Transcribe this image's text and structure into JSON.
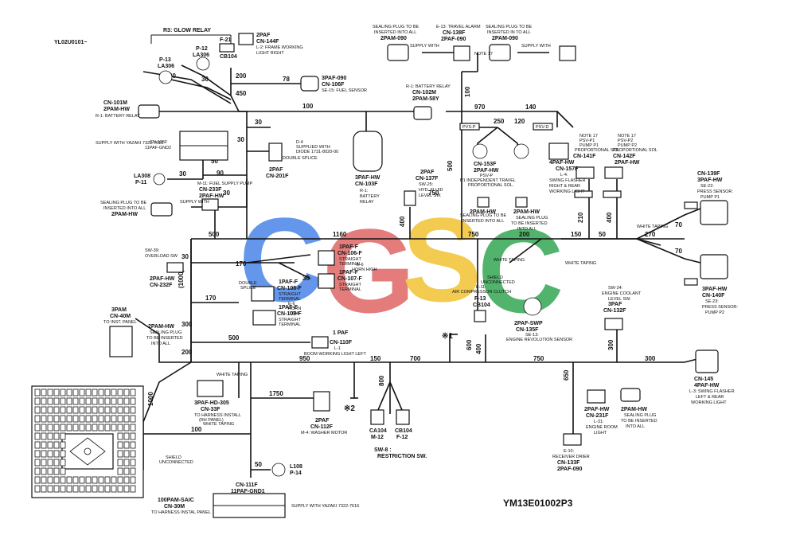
{
  "header": {
    "left_code": "YL02U0101~",
    "drawing_no": "YM13E01002P3"
  },
  "watermark": {
    "letters": [
      "C",
      "G",
      "S",
      "C"
    ],
    "colors": [
      "#4a86e8",
      "#e06666",
      "#f1c232",
      "#34a853"
    ]
  },
  "connectors": {
    "glow_relay": "R3: GLOW RELAY",
    "f21": "F-21",
    "f21b": "CB104",
    "p12": "P-12",
    "p12b": "LA306",
    "p13": "P-13",
    "p13b": "LA306",
    "cn144f": "2PAF",
    "cn144f_b": "CN-144F",
    "cn144f_c": "L-2: FRAME WORKING",
    "cn144f_d": "LIGHT RIGHT",
    "cn106f": "3PAF-090",
    "cn106f_b": "CN-106F",
    "cn106f_c": "SE-15: FUEL SENSOR",
    "cn101m": "CN-101M",
    "cn101m_b": "2PAM-HW",
    "cn101m_c": "R-1: BATTERY RELAY",
    "cn102m": "R-1: BATTERY RELAY",
    "cn102m_b": "CN-102M",
    "cn102m_c": "2PAM-58Y",
    "cn105f": "CN-105F",
    "cn105f_b": "11PAF-GND2",
    "supply_yazaki1": "SUPPLY WITH YAZAKI 7322-7616",
    "cn201f": "2PAF",
    "cn201f_b": "CN-201F",
    "d4": "D-4",
    "d4_b": "SUPPLIED WITH",
    "d4_c": "DIODE 1731-8020-00",
    "double_splice": "DOUBLE SPLICE",
    "cn103f": "3PAF-HW",
    "cn103f_b": "CN-103F",
    "cn103f_c": "R-1:",
    "cn103f_d": "BATTERY",
    "cn103f_e": "RELAY",
    "cn137f": "2PAF",
    "cn137f_b": "CN-137F",
    "cn137f_c": "SW-25:",
    "cn137f_d": "HYD. FLUID",
    "cn137f_e": "LEVEL SW.",
    "la308": "LA308",
    "la308_b": "P-11",
    "m11": "M-11: FUEL SUPPLY PUMP",
    "cn233f": "CN-233F",
    "cn233f_b": "2PAF-HW",
    "seal_left": "SEALING PLUG TO BE",
    "seal_left_b": "INSERTED INTO ALL",
    "seal_left_c": "2PAM-HW",
    "supply_with": "SUPPLY WITH",
    "seal_top1": "SEALING PLUG TO BE",
    "seal_top1_b": "INSERTED INTO ALL",
    "seal_top1_c": "2PAM-090",
    "e13": "E-13: TRAVEL ALARM",
    "e13_b": "CN-138F",
    "e13_c": "2PAF-090",
    "note17": "NOTE 17",
    "seal_top2": "SEALING PLUG TO BE",
    "seal_top2_b": "INSERTED IN TO ALL",
    "seal_top2_c": "2PAM-090",
    "cn153f": "CN-153F",
    "cn153f_b": "2PAF-HW",
    "cn153f_c": "PSV-P",
    "cn153f_d": "P1 INDEPENDENT TRAVEL",
    "cn153f_e": "PROPORTIONAL SOL.",
    "psvp": "PVS-P",
    "psvd": "PSV-D",
    "cn141f": "NOTE 17",
    "cn141f_b": "PSV-P1",
    "cn141f_c": "PUMP P1",
    "cn141f_d": "PROPORTIONAL SOL",
    "cn141f_e": "CN-141F",
    "cn157f": "4PAF-HW",
    "cn157f_b": "CN-157F",
    "cn157f_c": "L-4:",
    "cn157f_d": "SWING FLASHER",
    "cn157f_e": "RIGHT & REAR",
    "cn157f_f": "WORKING LIGHT",
    "cn142f": "NOTE 17",
    "cn142f_b": "PSV-P2",
    "cn142f_c": "PUMP P2",
    "cn142f_d": "PROPORTIONAL SOL",
    "cn142f_e": "CN-142F",
    "cn142f_f": "2PAF-HW",
    "cn139f": "CN-139F",
    "cn139f_b": "3PAF-HW",
    "cn139f_c": "SE-22:",
    "cn139f_d": "PRESS SENSOR:",
    "cn139f_e": "PUMP P1",
    "seal_mid1": "SEALING PLUG TO BE",
    "seal_mid1_b": "INSERTED INTO ALL",
    "seal_mid1_c": "2PAM-HW",
    "seal_mid2": "2PAM-HW",
    "seal_mid2_b": "SEALING PLUG",
    "seal_mid2_c": "TO BE INSERTED",
    "seal_mid2_d": "INTO ALL",
    "sw39": "SW-39:",
    "sw39_b": "OVERLOAD SW",
    "cn232f": "2PAF-HW",
    "cn232f_b": "CN-232F",
    "cn106f2": "1PAF-F",
    "cn106f2_b": "CN-106-F",
    "cn106f2_c": "STRAIGHT",
    "cn106f2_d": "TERMINAL",
    "cn107f": "1PAF-F",
    "cn107f_b": "CN-107-F",
    "cn107f_c": "STRAIGHT",
    "cn107f_d": "TERMINAL",
    "cn108f": "1PAF-F",
    "cn108f_b": "CN-108-F",
    "cn108f_c": "STRAIGHT",
    "cn108f_d": "TERMINAL",
    "cn109f": "1PAF-F",
    "cn109f_b": "CN-109-F",
    "cn109f_c": "STRAIGHT",
    "cn109f_d": "TERMINAL",
    "e6": "E-6",
    "e6_b": "HORN HIGH",
    "e6c": "E-6",
    "e6c_b": "HORN",
    "e6c_c": "LOW",
    "double_splice2": "DOUBLE",
    "double_splice2_b": "SPLICE",
    "cn40m": "3PAM",
    "cn40m_b": "CN-40M",
    "cn40m_c": "TO INST. PANEL",
    "seal_low": "2PAM-HW",
    "seal_low_b": "SEALING PLUG",
    "seal_low_c": "TO BE INSERTED",
    "seal_low_d": "INTO ALL",
    "cn110f": "1 PAF",
    "cn110f_b": "CN-110F",
    "cn110f_c": "L-1",
    "cn110f_d": "BOOM WORKING LIGHT LEFT",
    "white_taping": "WHITE TAPING",
    "shield_unc": "SHIELD",
    "shield_unc_b": "UNCONNECTED",
    "e11": "E-11:",
    "e11_b": "AIR COMPRESSOR CLUTCH",
    "f13": "F-13",
    "f13_b": "CB104",
    "cn135f": "2PAF-SWP",
    "cn135f_b": "CN-135F",
    "cn135f_c": "SE-13:",
    "cn135f_d": "ENGINE REVOLUTION SENSOR",
    "sw24": "SW-24:",
    "sw24_b": "ENGINE COOLANT",
    "sw24_c": "LEVEL SW.",
    "cn132f": "3PAF",
    "cn132f_b": "CN-132F",
    "cn140f": "3PAF-HW",
    "cn140f_b": "CN-140F",
    "cn140f_c": "SE-23:",
    "cn140f_d": "PRESS SENSOR:",
    "cn140f_e": "PUMP P2",
    "cn33f": "3PAF-HD-305",
    "cn33f_b": "CN-33F",
    "cn33f_c": "TO HARNESS INSTALL",
    "cn33f_d": "(RH PANEL)",
    "cn112f": "2PAF",
    "cn112f_b": "CN-112F",
    "cn112f_c": "M-4: WASHER MOTOR",
    "note1": "※1",
    "note2": "※2",
    "ca104": "CA104",
    "ca104_b": "M-12",
    "cb104": "CB104",
    "cb104_b": "F-12",
    "sw8": "SW-8 :",
    "sw8_b": "RESTRICTION SW.",
    "cn145": "CN-145",
    "cn145_b": "4PAF-HW",
    "cn145_c": "L-3: SWING FLASHER",
    "cn145_d": "LEFT & REAR",
    "cn145_e": "WORKING LIGHT",
    "cn231f": "2PAF-HW",
    "cn231f_b": "CN-231F",
    "cn231f_c": "L-31:",
    "cn231f_d": "ENGINE ROOM",
    "cn231f_e": "LIGHT",
    "seal_rt": "2PAM-HW",
    "seal_rt_b": "SEALING PLUG",
    "seal_rt_c": "TO BE INSERTED",
    "seal_rt_d": "INTO ALL",
    "e10": "E-10:",
    "e10_b": "RECEIVER DRIER",
    "cn133f": "CN-133F",
    "cn133f_b": "2PAF-090",
    "l108": "L108",
    "l108_b": "P-14",
    "cn111f": "CN-111F",
    "cn111f_b": "11PAF-GND1",
    "supply_yazaki2": "SUPPLY WITH YAZAKI 7322-7616",
    "shield_unc2": "SHIELD",
    "shield_unc2_b": "UNCONNECTED",
    "cn30m": "100PAM-SAIC",
    "cn30m_b": "CN-30M",
    "cn30m_c": "TO HARNESS INSTAL PANEL"
  },
  "lengths": {
    "l78": "78",
    "l100a": "100",
    "l30a": "30",
    "l50a": "50",
    "l30b": "30",
    "l90": "90",
    "l70a": "70",
    "l30c": "30",
    "l450": "450",
    "l200a": "200",
    "l30d": "30",
    "l30e": "30",
    "l1160": "1160",
    "l500": "500",
    "l750a": "750",
    "l750b": "750",
    "l200b": "200",
    "l150a": "150",
    "l50b": "50",
    "l270": "270",
    "l30f": "30",
    "l170a": "170",
    "l170b": "170",
    "l1000": "(1000)",
    "l300": "300",
    "l500b": "500",
    "l200c": "200",
    "l950": "950",
    "l150b": "150",
    "l700": "700",
    "l750c": "750",
    "l300b": "300",
    "l1750": "1750",
    "l100b": "100",
    "l1000b": "1000",
    "l50c": "50",
    "l800": "800",
    "l600": "600",
    "l400": "400",
    "l650": "650",
    "l970": "970",
    "l140": "140",
    "l250": "250",
    "l120": "120",
    "l400b": "400",
    "l210": "210",
    "l400c": "400",
    "l30g": "30",
    "l70b": "70",
    "l70c": "70",
    "l100c": "100",
    "l30h": "30",
    "l300c": "300",
    "l500c": "500"
  }
}
